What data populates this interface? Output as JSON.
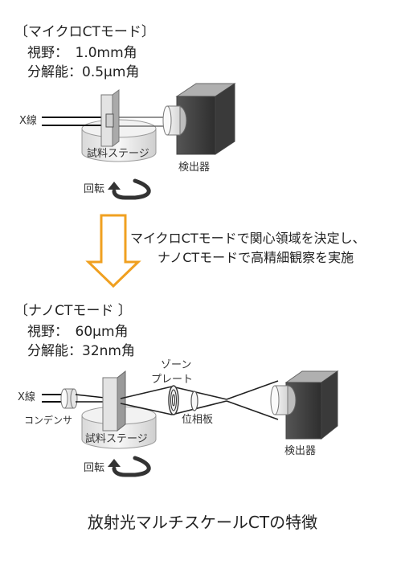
{
  "micro": {
    "heading": "〔マイクロCTモード〕",
    "fov": "視野：　1.0mm角",
    "resolution": "分解能：0.5μm角",
    "xray_label": "X線",
    "stage_label": "試料ステージ",
    "detector_label": "検出器",
    "rotation_label": "回転"
  },
  "transition": {
    "line1": "マイクロCTモードで関心領域を決定し、",
    "line2": "ナノCTモードで高精細観察を実施",
    "arrow_color": "#f0a020"
  },
  "nano": {
    "heading": "〔ナノCTモード 〕",
    "fov": "視野：　60μm角",
    "resolution": "分解能：32nm角",
    "xray_label": "X線",
    "condenser_label": "コンデンサ",
    "zone_plate_line1": "ゾーン",
    "zone_plate_line2": "プレート",
    "phase_plate_label": "位相板",
    "stage_label": "試料ステージ",
    "detector_label": "検出器",
    "rotation_label": "回転"
  },
  "caption": "放射光マルチスケールCTの特徴"
}
